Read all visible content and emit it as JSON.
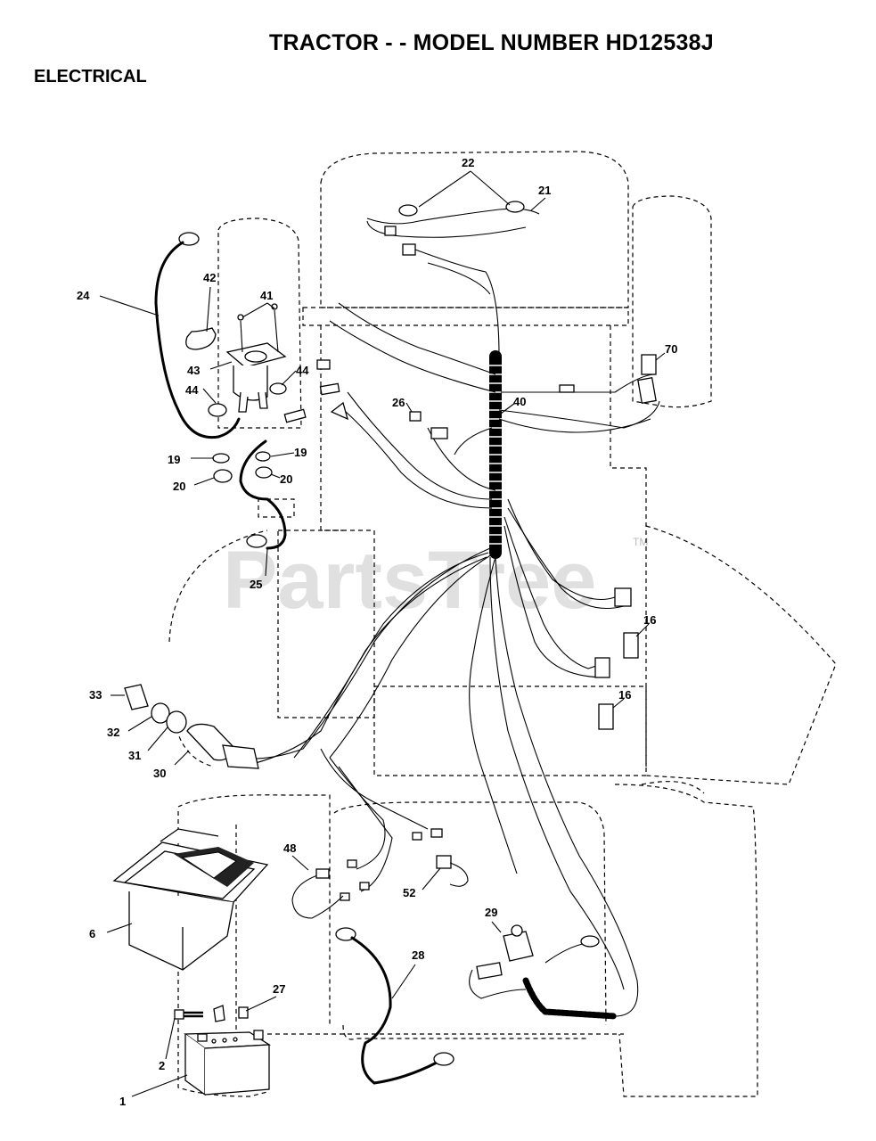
{
  "header": {
    "title": "TRACTOR - - MODEL NUMBER HD12538J",
    "section": "ELECTRICAL"
  },
  "watermark": {
    "text": "PartsTree",
    "tm": "TM"
  },
  "callouts": {
    "c1": "1",
    "c2": "2",
    "c6": "6",
    "c16a": "16",
    "c16b": "16",
    "c19a": "19",
    "c19b": "19",
    "c20a": "20",
    "c20b": "20",
    "c21": "21",
    "c22": "22",
    "c24": "24",
    "c25": "25",
    "c26": "26",
    "c27": "27",
    "c28": "28",
    "c29": "29",
    "c30": "30",
    "c31": "31",
    "c32": "32",
    "c33": "33",
    "c40": "40",
    "c41": "41",
    "c42": "42",
    "c43": "43",
    "c44a": "44",
    "c44b": "44",
    "c48": "48",
    "c52": "52",
    "c70": "70"
  },
  "colors": {
    "line": "#000000",
    "watermark": "#c8c8c8",
    "background": "#ffffff"
  }
}
